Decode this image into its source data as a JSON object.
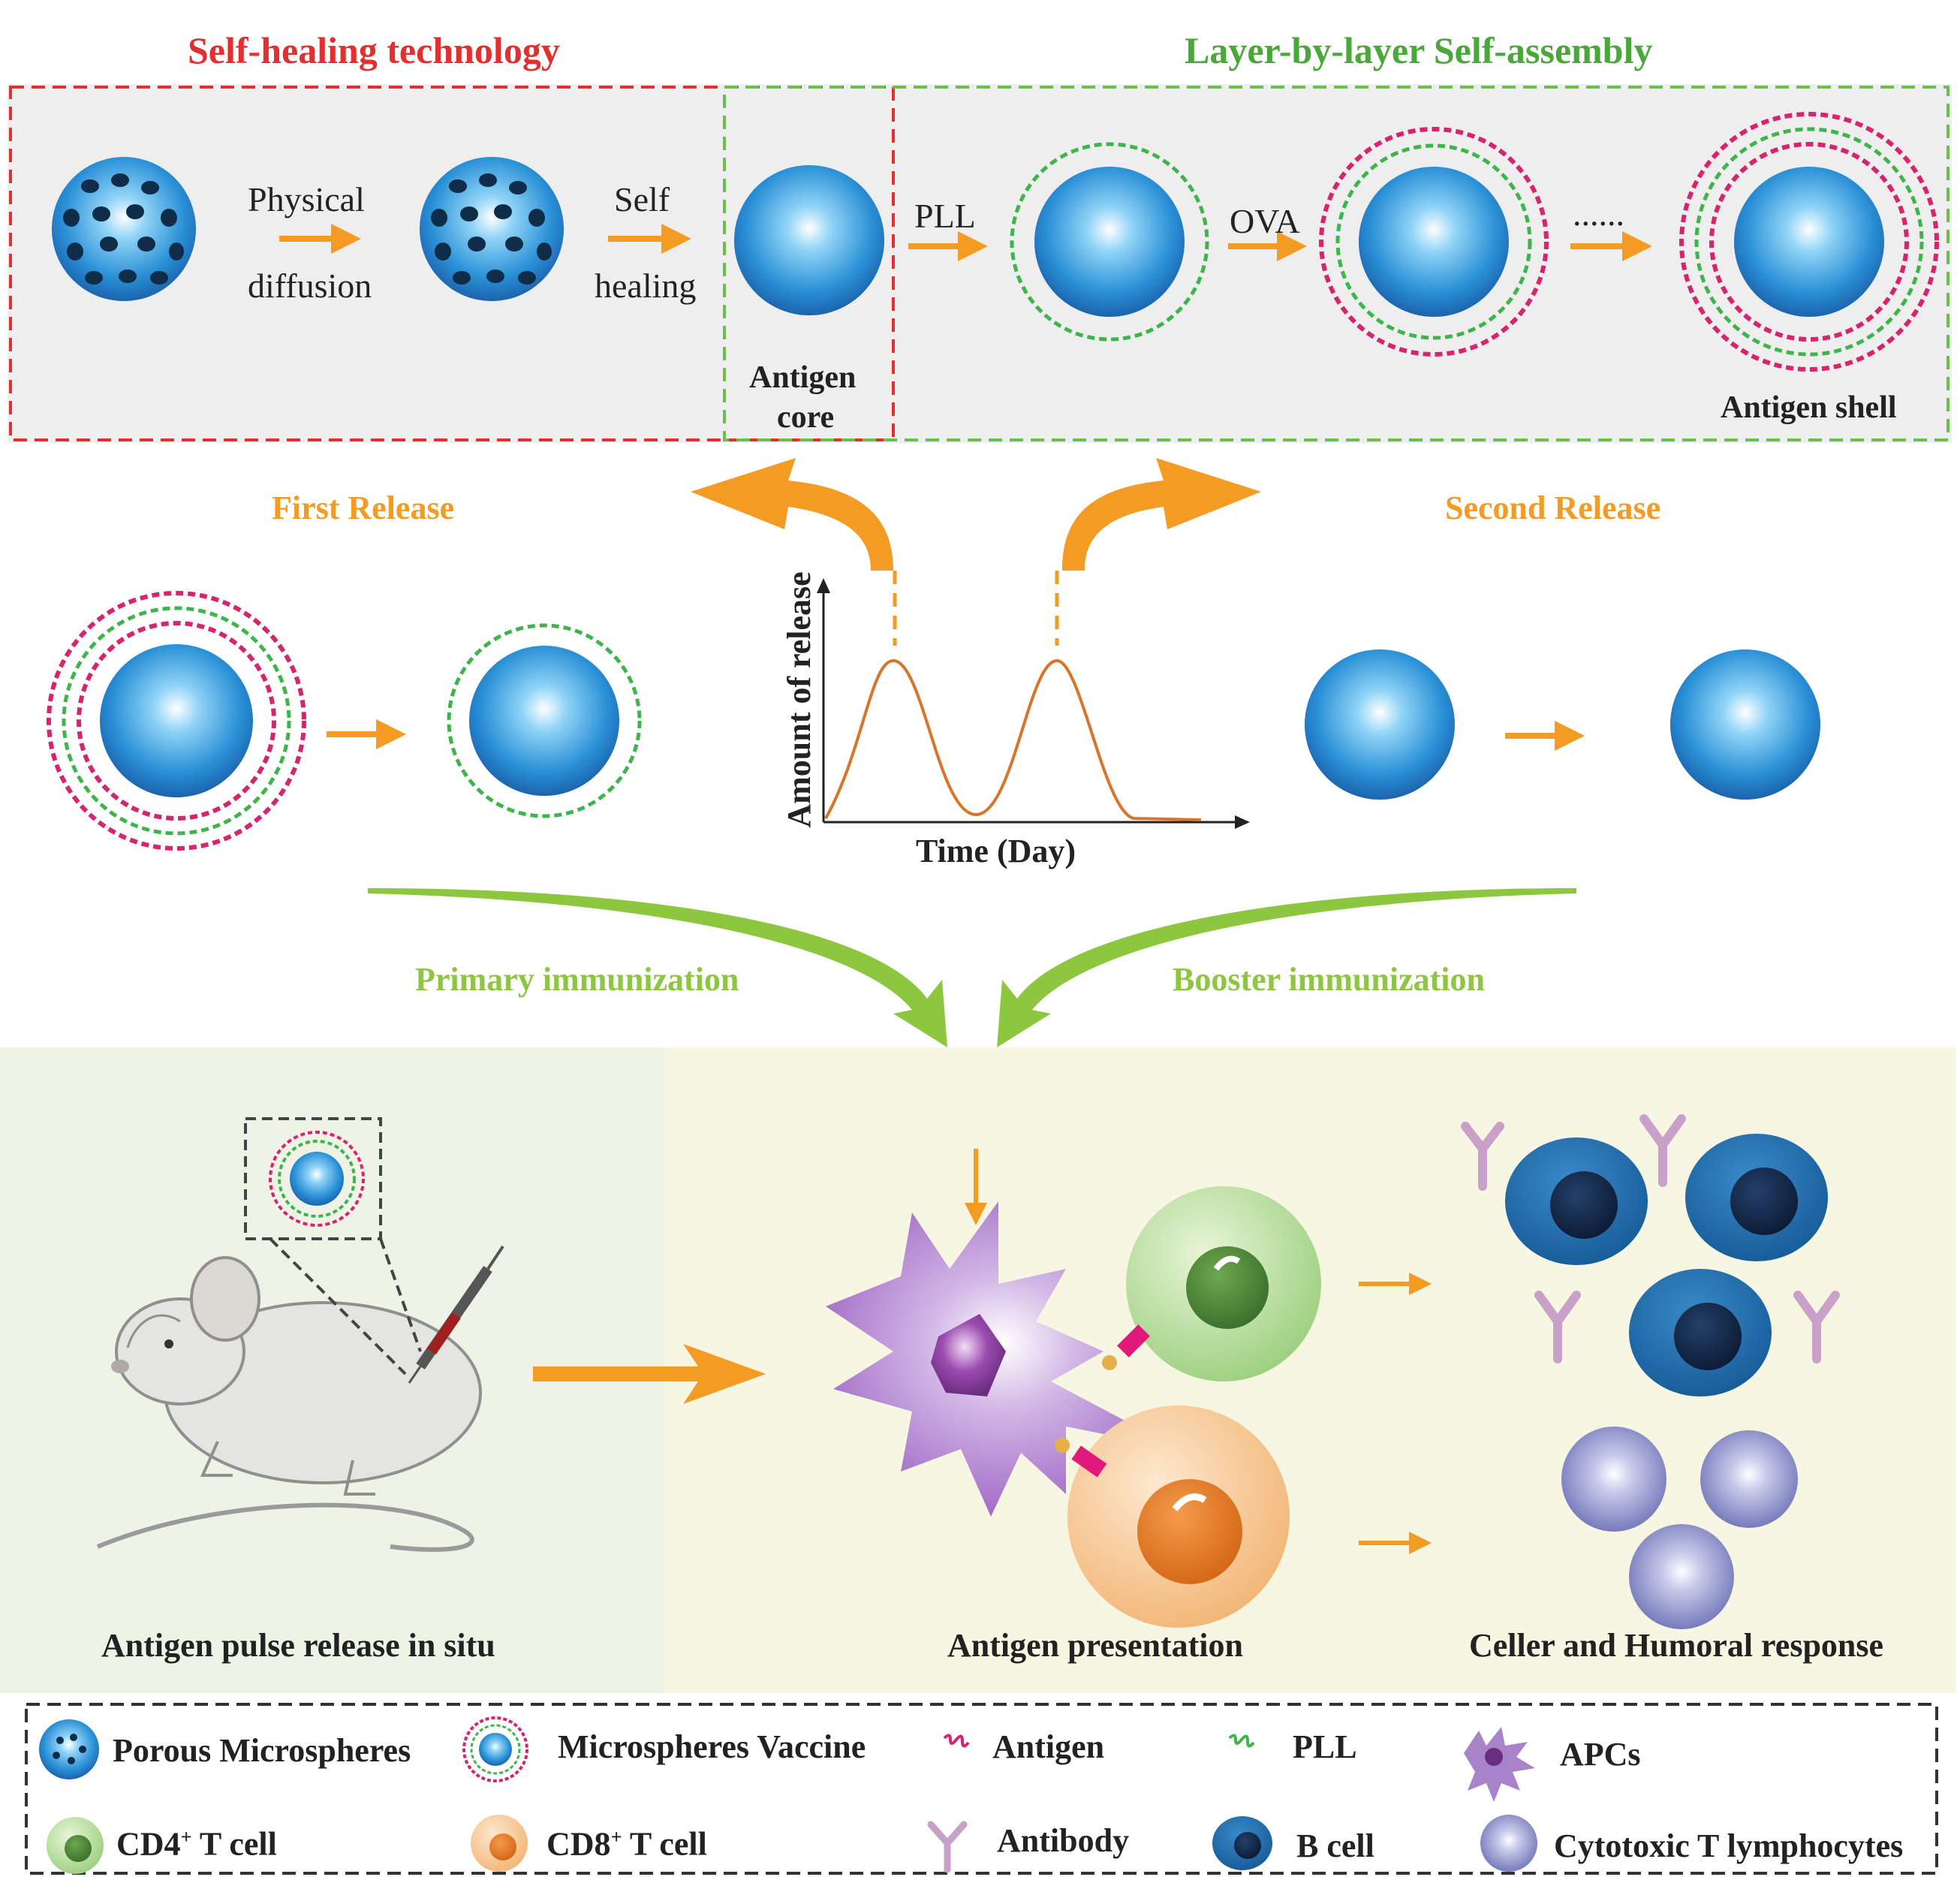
{
  "sections": {
    "self_healing_title": "Self-healing technology",
    "lbl_title": "Layer-by-layer Self-assembly",
    "first_release": "First Release",
    "second_release": "Second Release",
    "primary_immunization": "Primary immunization",
    "booster_immunization": "Booster immunization",
    "pulse_release": "Antigen pulse release in situ",
    "antigen_presentation": "Antigen presentation",
    "response": "Celler and Humoral response"
  },
  "steps": {
    "physical": "Physical",
    "diffusion": "diffusion",
    "self": "Self",
    "healing": "healing",
    "pll": "PLL",
    "ova": "OVA",
    "dots": "......",
    "antigen_core_1": "Antigen",
    "antigen_core_2": "core",
    "antigen_shell": "Antigen shell"
  },
  "graph": {
    "ylabel": "Amount of release",
    "xlabel": "Time (Day)"
  },
  "legend": {
    "porous": "Porous Microspheres",
    "vaccine": "Microspheres Vaccine",
    "antigen": "Antigen",
    "pll": "PLL",
    "apcs": "APCs",
    "cd4_pre": "CD4",
    "cd4_sup": "+",
    "cd4_post": " T cell",
    "cd8_pre": "CD8",
    "cd8_sup": "+",
    "cd8_post": " T cell",
    "antibody": "Antibody",
    "bcell": "B cell",
    "ctl": "Cytotoxic T lymphocytes"
  },
  "colors": {
    "red": "#e0302f",
    "green": "#4aa83b",
    "orange": "#f39b22",
    "lightgreen": "#8dc63f",
    "antigen": "#d6246e",
    "pll": "#3db54a",
    "sphere": "#2a90d6"
  }
}
